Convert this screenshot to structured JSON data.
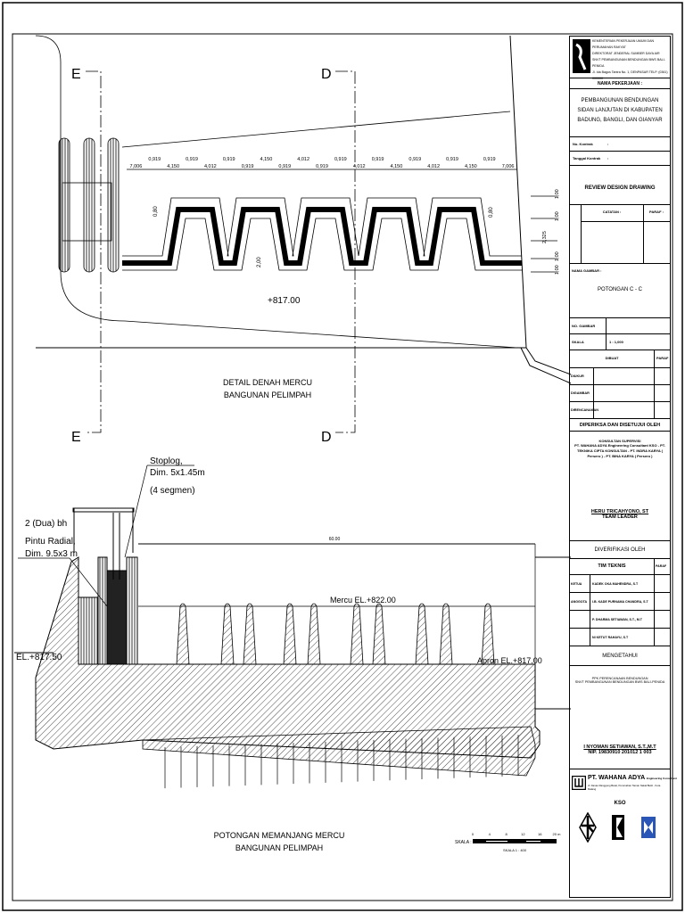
{
  "plan": {
    "section_markers": [
      "E",
      "D"
    ],
    "dimensions_top": [
      "7,006",
      "0,919",
      "4,150",
      "0,919",
      "4,012",
      "0,919",
      "0,919",
      "4,150",
      "0,919",
      "4,012",
      "0,919",
      "0,919",
      "4,012",
      "0,919",
      "4,150",
      "0,919",
      "4,012",
      "0,919",
      "4,150",
      "0,919",
      "7,006"
    ],
    "dim_left_height": "0,80",
    "dim_right_height": "0,80",
    "dim_drop": "2,00",
    "dims_right": [
      "1,00",
      "1,00",
      "2,325",
      "1,00",
      "1,00"
    ],
    "elevation": "+817.00",
    "title_line1": "DETAIL DENAH MERCU",
    "title_line2": "BANGUNAN PELIMPAH"
  },
  "section": {
    "stoplog_line1": "Stoplog,",
    "stoplog_line2": "Dim. 5x1.45m",
    "stoplog_line3": "(4 segmen)",
    "gate_line1": "2 (Dua) bh",
    "gate_line2": "Pintu Radial,",
    "gate_line3": "Dim. 9.5x3 m",
    "left_elevation": "EL.+817.50",
    "length_dim": "60.00",
    "mercu_elevation": "Mercu EL.+822.00",
    "apron_elevation": "Apron EL.+817.00",
    "title_line1": "POTONGAN MEMANJANG MERCU",
    "title_line2": "BANGUNAN PELIMPAH",
    "scale_bar": {
      "label": "SKALA :",
      "ticks": [
        "0",
        "4",
        "8",
        "12",
        "16",
        "20 m"
      ],
      "ratio": "SKALA 1 : 400"
    }
  },
  "title_block": {
    "agency_lines": [
      "KEMENTERIAN PEKERJAAN UMUM DAN PERUMAHAN RAKYAT",
      "DIREKTORAT JENDERAL SUMBER DAYA AIR",
      "SNVT PEMBANGUNAN BENDUNGAN BWS BALI-PENIDA",
      "Jl. Ida Bagus Tantra No. 1, DENPASAR TELP. (0361) 000000"
    ],
    "job_heading": "NAMA PEKERJAAN :",
    "job_name": "PEMBANGUNAN BENDUNGAN SIDAN LANJUTAN DI KABUPATEN BADUNG, BANGLI, DAN GIANYAR",
    "contract_no_label": "No. Kontrak",
    "contract_date_label": "Tanggal Kontrak",
    "colon": ":",
    "review": "REVIEW DESIGN DRAWING",
    "notes_label": "CATATAN :",
    "paraf_label": "PARAF :",
    "drawing_name_label": "NAMA GAMBAR :",
    "drawing_name": "POTONGAN C - C",
    "drawing_no_label": "NO. GAMBAR",
    "scale_label": "SKALA",
    "scale_value": "1 : 1,000",
    "made_label": "DIBUAT",
    "paraf": "PARAF",
    "surveyed_label": "DIUKUR",
    "drawn_label": "DIGAMBAR",
    "planned_label": "DIRENCANAKAN",
    "checked_heading": "DIPERIKSA DAN DISETUJUI OLEH",
    "supervisor_label": "KONSULTAN SUPERVISI",
    "supervisor_firm": "PT. WAHANA ADYA Engineering Consultant KSO - PT. TEKNIKA CIPTA KONSULTAN - PT. INDRA KARYA ( Persero ) - PT. BINA KARYA ( Persero )",
    "team_leader_name": "HERU TRICAHYONO, ST",
    "team_leader_title": "TEAM LEADER",
    "verified_heading": "DIVERIFIKASI OLEH",
    "tech_team": "TIM TEKNIS",
    "tech_paraf": "PARAF",
    "team": [
      {
        "role": "KETUA",
        "name": "KADEK OKA MAHENDRA, S.T"
      },
      {
        "role": "ANGGOTA",
        "name": "I.B. KADE PURNAMA CHANDRA, S.T"
      },
      {
        "role": "",
        "name": "P. DHARMA SETIAWAN, S.T., M.T"
      },
      {
        "role": "",
        "name": "NI KETUT RAHAYU, S.T"
      }
    ],
    "acknowledged_heading": "MENGETAHUI",
    "ppk_line1": "PPK PERENCANAAN BENDUNGAN",
    "ppk_line2": "SNVT PEMBANGUNAN BENDUNGAN BWS BALI-PENIDA",
    "ppk_name": "I NYOMAN SETIAWAN, S.T.,M.T",
    "ppk_nip": "NIP. 19830910 201012 1 003",
    "consultant_name": "PT. WAHANA ADYA",
    "consultant_sub": "Engineering Consultant",
    "consultant_address": "Jl. Danau Ranggong Barat, Perumahan Taman Nakal Bukit - Kota Malang",
    "kso": "KSO"
  }
}
